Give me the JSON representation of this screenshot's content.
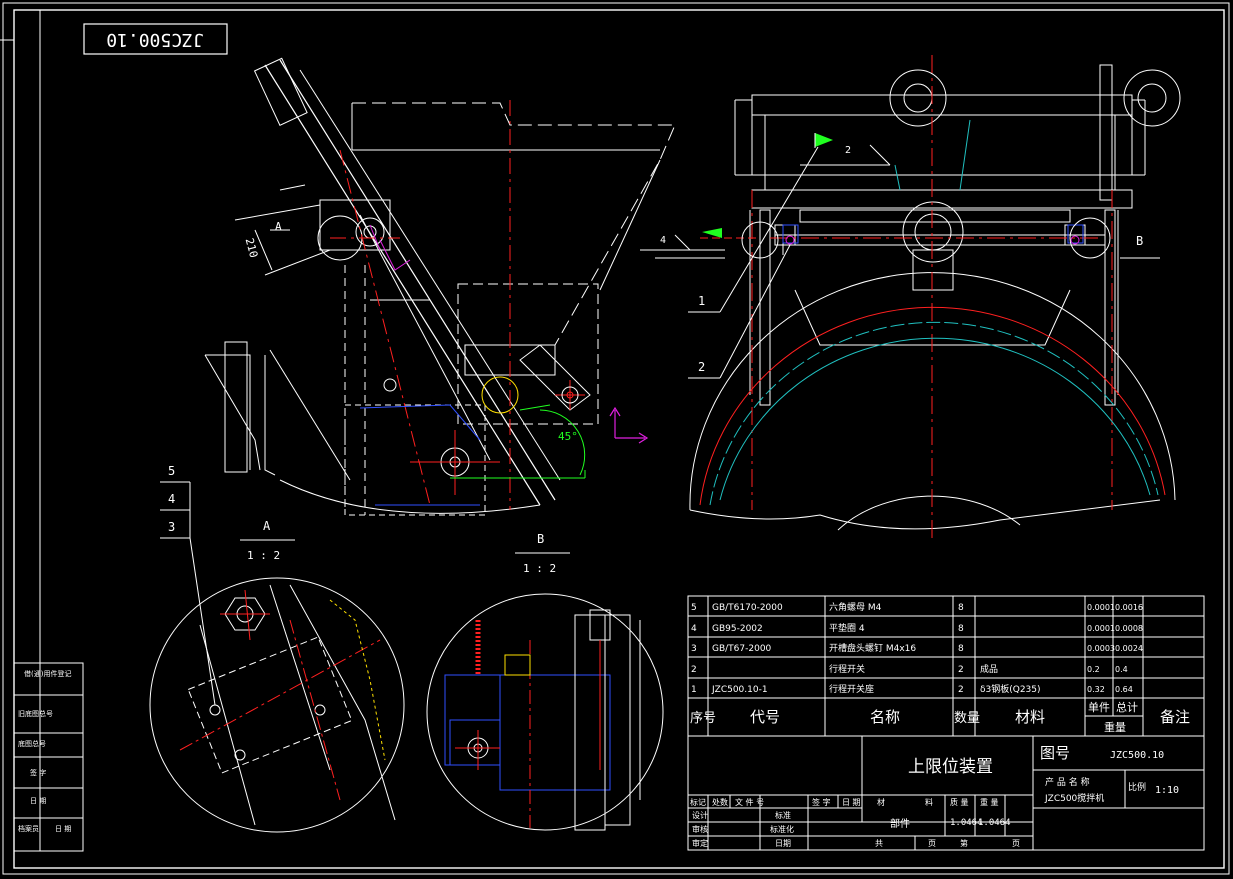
{
  "drawing_code_mirrored": "JZC500.10",
  "drawing_title": "上限位装置",
  "drawing_number_label": "图号",
  "drawing_number": "JZC500.10",
  "product_name_label": "产 品 名 称",
  "product_name": "JZC500搅拌机",
  "scale_label": "比例",
  "scale_value": "1:10",
  "views": {
    "a_label": "A",
    "a_scale": "1 : 2",
    "b_label": "B",
    "b_scale": "1 : 2",
    "main_a_ref": "A",
    "main_b_ref": "B",
    "dim_210": "210",
    "angle_45": "45°"
  },
  "callouts": {
    "c1": "1",
    "c2": "2",
    "c2_upper": "2",
    "c3": "3",
    "c4": "4",
    "c4_left": "4",
    "c5": "5"
  },
  "bom": {
    "rows": [
      {
        "no": "5",
        "code": "GB/T6170-2000",
        "name": "六角螺母    M4",
        "qty": "8",
        "material": "",
        "unit_w": "0.0001",
        "total_w": "0.0016"
      },
      {
        "no": "4",
        "code": "GB95-2002",
        "name": "平垫圈      4",
        "qty": "8",
        "material": "",
        "unit_w": "0.0001",
        "total_w": "0.0008"
      },
      {
        "no": "3",
        "code": "GB/T67-2000",
        "name": "开槽盘头螺钉  M4x16",
        "qty": "8",
        "material": "",
        "unit_w": "0.0003",
        "total_w": "0.0024"
      },
      {
        "no": "2",
        "code": "",
        "name": "行程开关",
        "qty": "2",
        "material": "成品",
        "unit_w": "0.2",
        "total_w": "0.4"
      },
      {
        "no": "1",
        "code": "JZC500.10-1",
        "name": "行程开关座",
        "qty": "2",
        "material": "δ3钢板(Q235)",
        "unit_w": "0.32",
        "total_w": "0.64"
      }
    ],
    "header": {
      "no": "序号",
      "code": "代号",
      "name": "名称",
      "qty": "数量",
      "material": "材料",
      "single": "单件",
      "total": "总计",
      "weight": "重量",
      "remark": "备注"
    }
  },
  "title_block": {
    "row1": [
      "标记",
      "处数",
      "文 件 号",
      "签 字",
      "日 期",
      "材",
      "料",
      "质 量",
      "重 量"
    ],
    "design": "设计",
    "standard": "标准",
    "check": "审核",
    "std_check": "标准化",
    "approve": "审定",
    "date": "日期",
    "part": "部件",
    "mass1": "1.0464",
    "mass2": "1.0464",
    "sheets": "共",
    "sheet_unit": "页",
    "page": "第",
    "page_unit": "页"
  },
  "left_strip": [
    "借(通)用件登记",
    "旧底图总号",
    "底图总号",
    "签 字",
    "日 期",
    "档案员",
    "日 期"
  ],
  "colors": {
    "line": "#ffffff",
    "center": "#ff2020",
    "blue": "#3050ff",
    "cyan": "#20c0c0",
    "yellow": "#ffe000",
    "magenta": "#e020e0",
    "green": "#20ff20"
  }
}
